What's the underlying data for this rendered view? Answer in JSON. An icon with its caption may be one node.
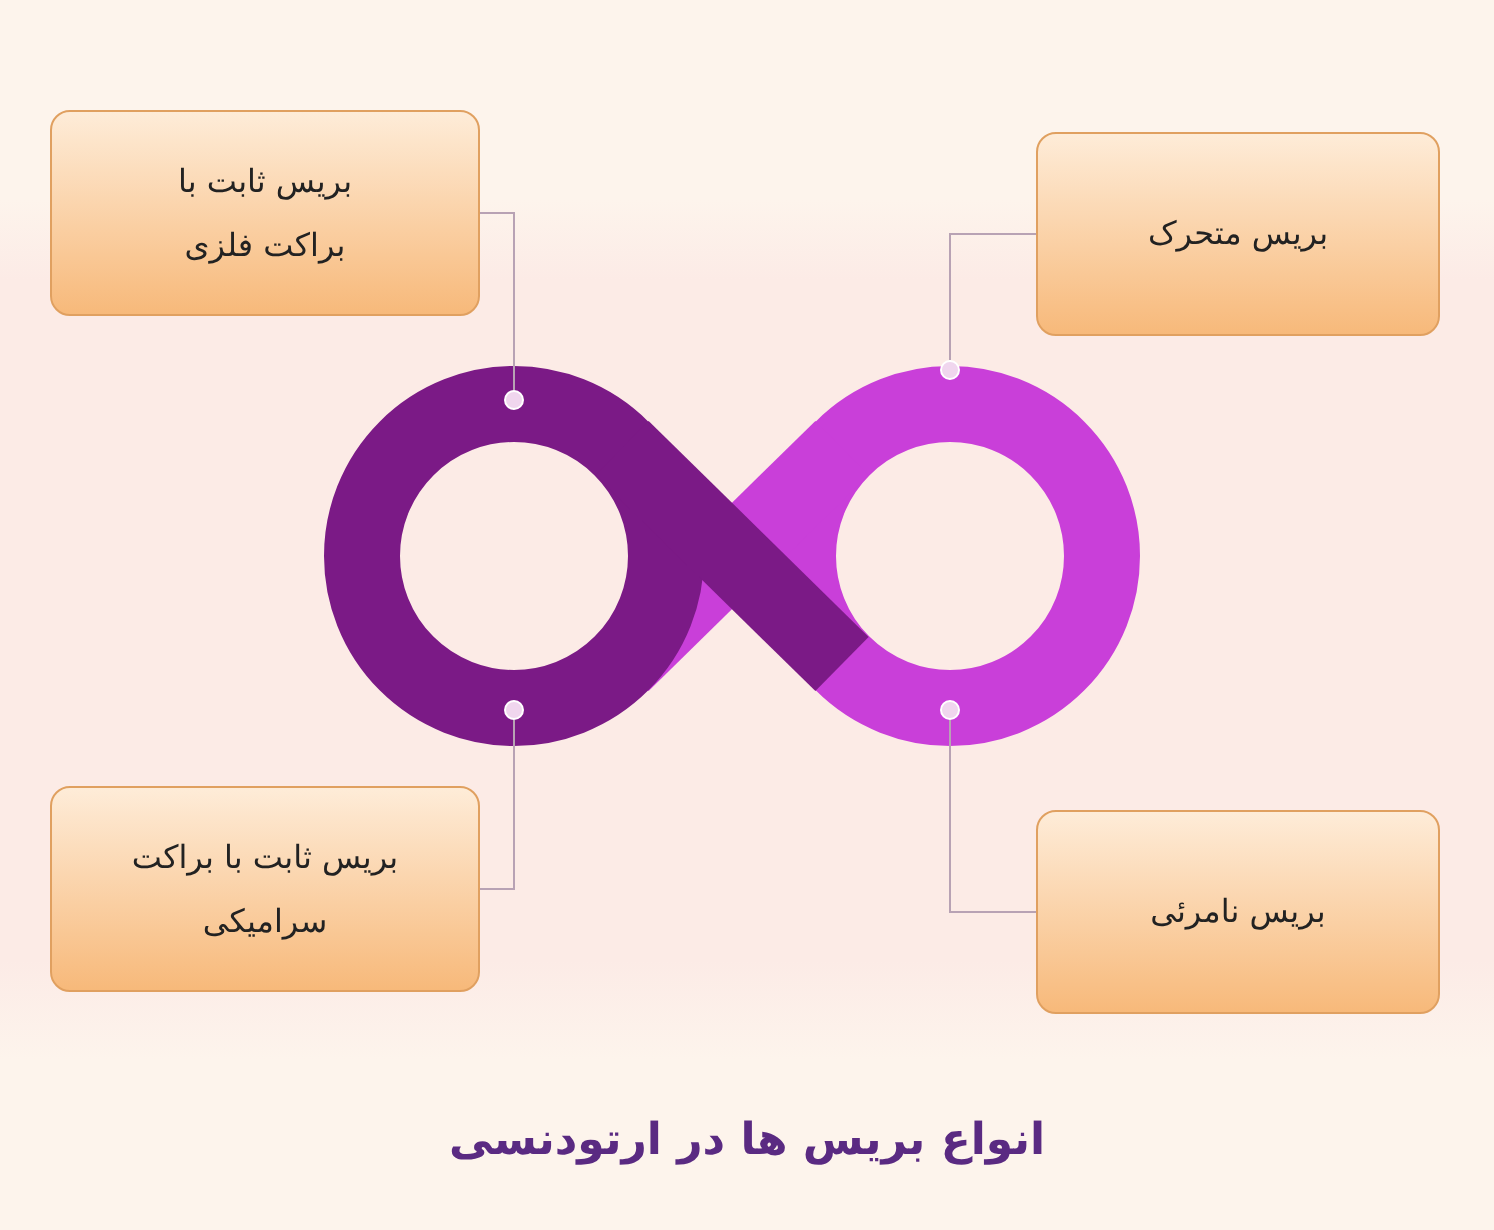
{
  "diagram": {
    "title": "انواع بریس ها در ارتودنسی",
    "nodes": [
      {
        "text": [
          "بریس ثابت با براکت فلزی"
        ]
      },
      {
        "text": [
          "بریس متحرک"
        ]
      },
      {
        "text": [
          "بریس ثابت با براکت سرامیکی"
        ]
      },
      {
        "text": [
          "بریس نامرئی"
        ]
      },
      {
        "text": [],
        "shape": "circle"
      },
      {
        "text": [],
        "shape": "circle"
      },
      {
        "text": [],
        "shape": "circle"
      },
      {
        "text": [],
        "shape": "circle"
      }
    ],
    "edges": [
      {
        "from": 0,
        "to": 4,
        "arrow": "none"
      },
      {
        "from": 1,
        "to": 5,
        "arrow": "none"
      },
      {
        "from": 2,
        "to": 6,
        "arrow": "none"
      },
      {
        "from": 3,
        "to": 7,
        "arrow": "none"
      }
    ]
  }
}
